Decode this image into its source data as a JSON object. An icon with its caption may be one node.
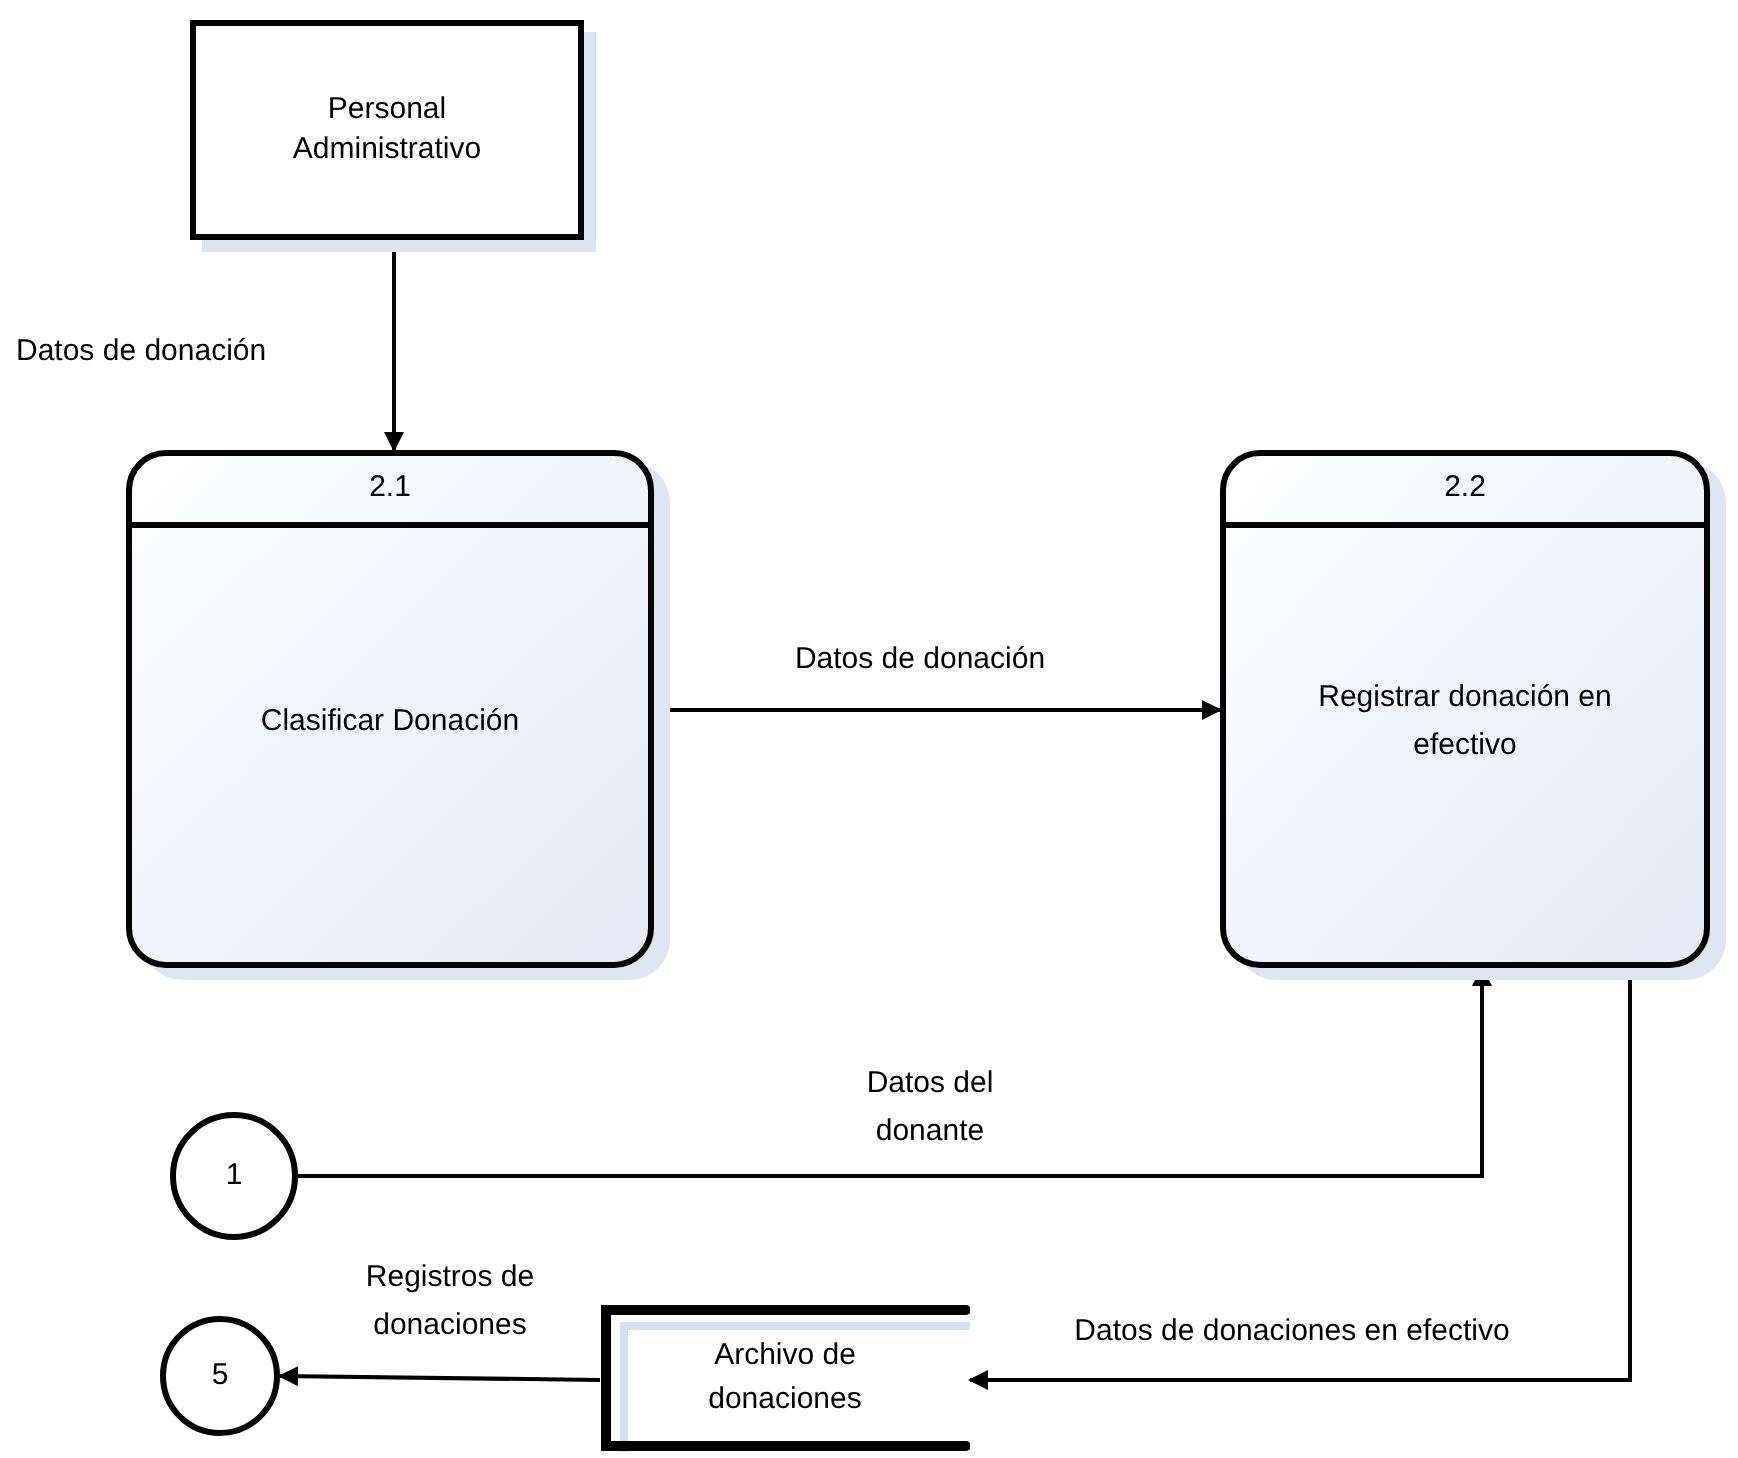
{
  "diagram": {
    "nodes": [
      {
        "text": [
          "Personal Administrativo"
        ]
      },
      {
        "text": [
          "2.1",
          "Clasificar Donación"
        ]
      },
      {
        "text": [
          "2.2",
          "Registrar donación en efectivo"
        ]
      },
      {
        "text": [
          "1"
        ]
      },
      {
        "text": [
          "5"
        ]
      },
      {
        "text": [
          "Archivo de donaciones"
        ]
      }
    ],
    "edges": [
      {
        "from": 0,
        "to": 1,
        "arrow": "to",
        "label": "Datos de donación"
      },
      {
        "from": 1,
        "to": 2,
        "arrow": "to",
        "label": "Datos de donación"
      },
      {
        "from": 3,
        "to": 2,
        "arrow": "to",
        "label": "Datos del donante"
      },
      {
        "from": 2,
        "to": 5,
        "arrow": "to",
        "label": "Datos de donaciones en efectivo"
      },
      {
        "from": 5,
        "to": 4,
        "arrow": "to",
        "label": "Registros de donaciones"
      }
    ]
  }
}
